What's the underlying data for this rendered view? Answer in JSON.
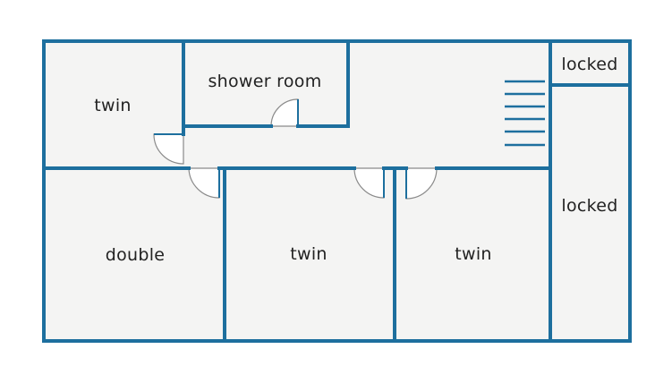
{
  "floor_plan": {
    "rooms": {
      "twin_top_left": "twin",
      "shower_room": "shower room",
      "locked_small": "locked",
      "double": "double",
      "twin_middle": "twin",
      "twin_right": "twin",
      "locked_tall": "locked"
    },
    "colors": {
      "wall": "#1d6f9e",
      "floor": "#f4f4f3",
      "door_arc": "#8a8a8a",
      "text": "#222222"
    }
  }
}
